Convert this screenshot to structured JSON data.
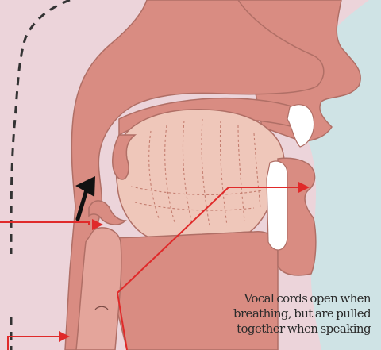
{
  "caption": {
    "line1": "Vocal cords open when",
    "line2": "breathing, but are pulled",
    "line3": "together when speaking"
  },
  "colors": {
    "background_face": "#cfe3e5",
    "background_head": "#ecd4da",
    "tissue": "#d98c82",
    "tissue_outline": "#b06f66",
    "tongue": "#efc7ba",
    "teeth": "#ffffff",
    "arrow_red": "#e02a2a",
    "arrow_black": "#111111",
    "dashed_line": "#333333"
  },
  "icons": {
    "airflow_arrow": "airflow-arrow-icon",
    "pointer_arrow": "red-pointer-arrow-icon"
  }
}
